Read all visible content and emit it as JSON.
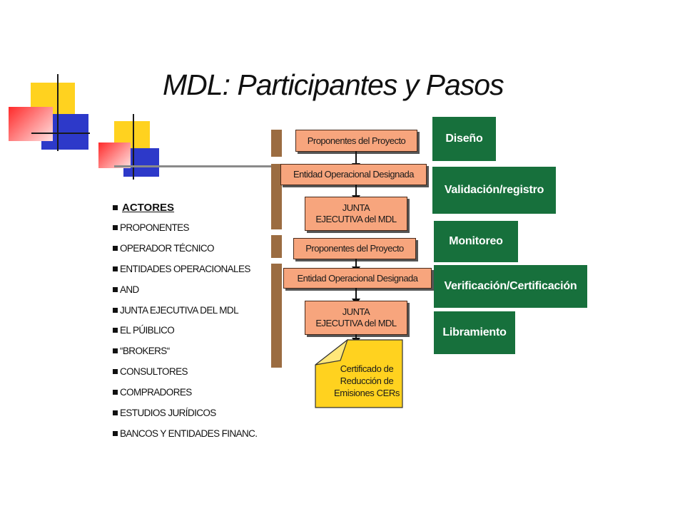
{
  "title": "MDL: Participantes y Pasos",
  "actors": {
    "header": "ACTORES",
    "items": [
      "PROPONENTES",
      "OPERADOR TÉCNICO",
      "ENTIDADES OPERACIONALES",
      "AND",
      "JUNTA EJECUTIVA DEL MDL",
      "EL PÚIBLICO",
      "“BROKERS“",
      "CONSULTORES",
      "COMPRADORES",
      "ESTUDIOS JURÍDICOS",
      "BANCOS Y ENTIDADES FINANC."
    ]
  },
  "process": {
    "proponentes_1": "Proponentes del Proyecto",
    "entidad_1": "Entidad Operacional Designada",
    "junta_1_line1": "JUNTA",
    "junta_1_line2": "EJECUTIVA del MDL",
    "proponentes_2": "Proponentes del Proyecto",
    "entidad_2": "Entidad Operacional Designada",
    "junta_2_line1": "JUNTA",
    "junta_2_line2": "EJECUTIVA del MDL",
    "certificate_line1": "Certificado de",
    "certificate_line2": "Reducción de",
    "certificate_line3": "Emisiones CERs"
  },
  "steps": {
    "diseno": "Diseño",
    "validacion": "Validación/registro",
    "monitoreo": "Monitoreo",
    "verificacion": "Verificación/Certificación",
    "libramiento": "Libramiento"
  },
  "colors": {
    "step_green": "#17703c",
    "process_salmon": "#f7a57d",
    "bar_brown": "#9b6c41",
    "certificate_yellow": "#ffd21f"
  }
}
